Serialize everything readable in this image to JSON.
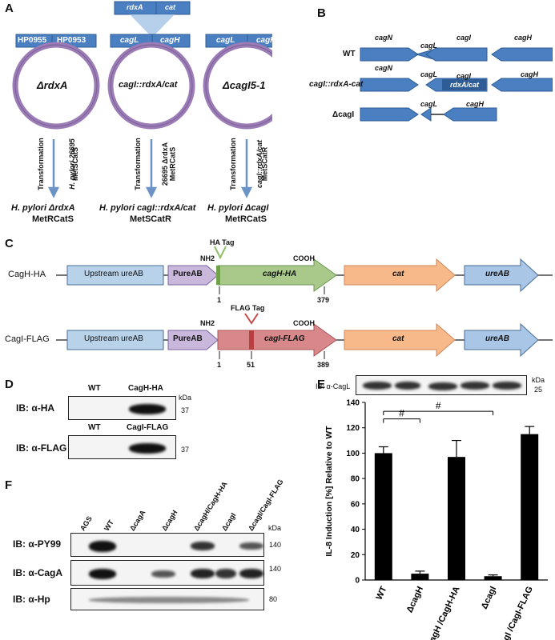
{
  "panels": {
    "a": "A",
    "b": "B",
    "c": "C",
    "d": "D",
    "e": "E",
    "f": "F"
  },
  "panel_a": {
    "rdxa_cassette": [
      "rdxA",
      "cat"
    ],
    "plasmid1": {
      "genes": [
        "HP0955",
        "HP0953"
      ],
      "name": "ΔrdxA",
      "transform": "Transformation",
      "strain": "H. pylori 26695",
      "pheno": "MetSCatS",
      "result": "H. pylori ΔrdxA",
      "result_pheno": "MetRCatS"
    },
    "plasmid2": {
      "genes": [
        "cagL",
        "cagH"
      ],
      "name": "cagI::rdxA/cat",
      "transform": "Transformation",
      "strain": "26695 ΔrdxA",
      "pheno": "MetRCatS",
      "result": "H. pylori cagI::rdxA/cat",
      "result_pheno": "MetSCatR"
    },
    "plasmid3": {
      "genes": [
        "cagL",
        "cagH"
      ],
      "name": "ΔcagI5-1",
      "transform": "Transformation",
      "strain": "cagI::rdxA/cat",
      "pheno": "MetSCatR",
      "result": "H. pylori ΔcagI",
      "result_pheno": "MetRCatS"
    }
  },
  "panel_b": {
    "rows": [
      {
        "label": "WT",
        "genes": [
          "cagN",
          "cagL",
          "cagI",
          "cagH"
        ]
      },
      {
        "label": "cagI::rdxA-cat",
        "genes": [
          "cagN",
          "cagL",
          "cagI",
          "cagH"
        ],
        "insert": "rdxA/cat"
      },
      {
        "label": "ΔcagI",
        "genes": [
          "cagL",
          "cagH"
        ]
      }
    ]
  },
  "panel_c": {
    "row1": {
      "label": "CagH-HA",
      "upstream": "Upstream ureAB",
      "promoter": "PureAB",
      "gene": "cagH-HA",
      "cat": "cat",
      "ureab": "ureAB",
      "tag": "HA Tag",
      "nh2": "NH2",
      "cooh": "COOH",
      "start": "1",
      "end": "379"
    },
    "row2": {
      "label": "CagI-FLAG",
      "upstream": "Upstream ureAB",
      "promoter": "PureAB",
      "gene": "cagI-FLAG",
      "cat": "cat",
      "ureab": "ureAB",
      "tag": "FLAG Tag",
      "nh2": "NH2",
      "cooh": "COOH",
      "start": "1",
      "tagpos": "51",
      "end": "389"
    }
  },
  "panel_d": {
    "blot1": {
      "ib": "IB: α-HA",
      "lanes": [
        "WT",
        "CagH-HA"
      ],
      "kda": "37"
    },
    "blot2": {
      "ib": "IB: α-FLAG",
      "lanes": [
        "WT",
        "CagI-FLAG"
      ],
      "kda": "37"
    },
    "kda_label": "kDa"
  },
  "panel_e": {
    "blot": {
      "ib": "IB: α-CagL",
      "kda_label": "kDa",
      "kda": "25"
    }
  },
  "panel_f": {
    "lanes": [
      "AGS",
      "WT",
      "ΔcagA",
      "ΔcagH",
      "ΔcagH/CagH-HA",
      "ΔcagI",
      "ΔcagI/CagI-FLAG"
    ],
    "kda_label": "kDa",
    "blots": [
      {
        "ib": "IB: α-PY99",
        "kda": "140"
      },
      {
        "ib": "IB: α-CagA",
        "kda": "140"
      },
      {
        "ib": "IB: α-Hp",
        "kda": "80"
      }
    ]
  },
  "chart_data": {
    "type": "bar",
    "categories": [
      "WT",
      "ΔcagH",
      "ΔcagH /CagH-HA",
      "ΔcagI",
      "ΔcagI /CagI-FLAG"
    ],
    "values": [
      100,
      5,
      97,
      3,
      115
    ],
    "errors": [
      5,
      2,
      13,
      1,
      6
    ],
    "ylabel": "IL-8 Induction [%] Relative to WT",
    "ylim": [
      0,
      140
    ],
    "yticks": [
      0,
      20,
      40,
      60,
      80,
      100,
      120,
      140
    ],
    "significance": [
      "#",
      "#"
    ],
    "bar_color": "#000000"
  },
  "colors": {
    "gene_blue": "#4a7fc1",
    "gene_dark": "#2d5c96",
    "plasmid": "#9b7cb6",
    "arrow": "#6b93c6",
    "upstream": "#b8d2ea",
    "promoter": "#c9b8dc",
    "cagH_green": "#a8c98a",
    "cagI_red": "#d8888a",
    "cat_orange": "#f7b989",
    "ureab": "#a9c6e6"
  }
}
